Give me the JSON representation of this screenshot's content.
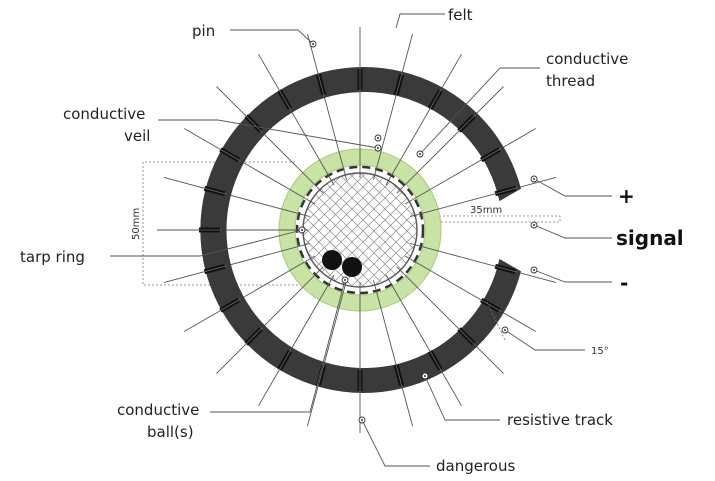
{
  "labels": {
    "pin": "pin",
    "felt": "felt",
    "conductive_thread_line1": "conductive",
    "conductive_thread_line2": "thread",
    "conductive_veil_line1": "conductive",
    "conductive_veil_line2": "veil",
    "tarp_ring": "tarp ring",
    "plus": "+",
    "signal": "signal",
    "minus": "-",
    "angle": "15°",
    "conductive_balls_line1": "conductive",
    "conductive_balls_line2": "ball(s)",
    "resistive_track": "resistive track",
    "dangerous": "dangerous",
    "dim_50mm": "50mm",
    "dim_35mm": "35mm"
  },
  "colors": {
    "track": "#3a3a3a",
    "felt_green": "#c9e2a6",
    "felt_green_edge": "#a9cf7e",
    "mesh": "#8a8a8a",
    "ball": "#111111"
  }
}
